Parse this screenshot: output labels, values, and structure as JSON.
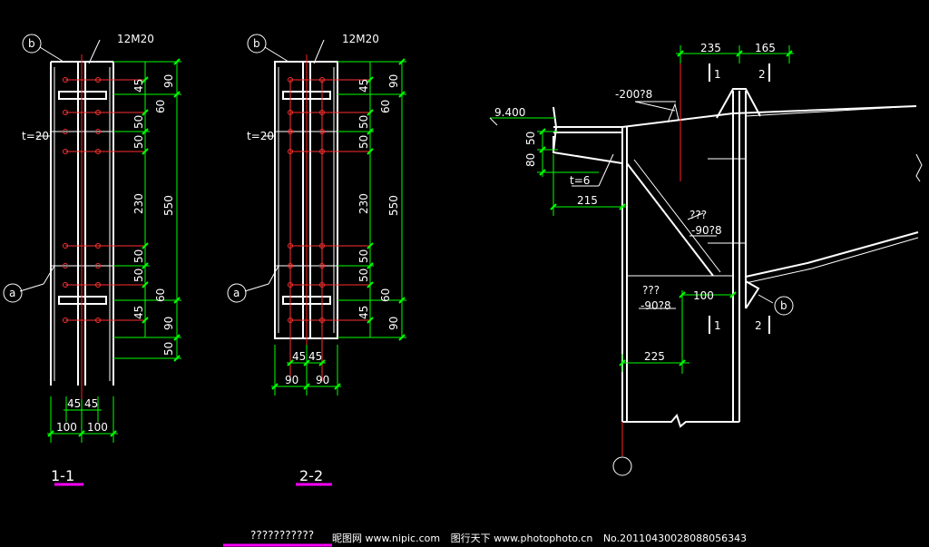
{
  "colors": {
    "background": "#000000",
    "structure": "#ffffff",
    "dimension": "#00ff00",
    "centerline": "#ff0000",
    "title_underline": "#ff00ff"
  },
  "section_1": {
    "title": "1-1",
    "bolt_label": "12M20",
    "plate_label": "t=20",
    "callout_a": "a",
    "callout_b": "b",
    "dims_vertical_inner": [
      "45",
      "60",
      "50",
      "50",
      "230",
      "50",
      "50",
      "60",
      "45"
    ],
    "dims_vertical_mid": [
      "90",
      "550",
      "90"
    ],
    "dims_vertical_outer": [
      "50"
    ],
    "dims_horizontal_small": [
      "45",
      "45"
    ],
    "dims_horizontal_large": [
      "100",
      "100"
    ]
  },
  "section_2": {
    "title": "2-2",
    "bolt_label": "12M20",
    "plate_label": "t=20",
    "callout_a": "a",
    "callout_b": "b",
    "dims_vertical_inner": [
      "45",
      "60",
      "50",
      "50",
      "230",
      "50",
      "50",
      "60",
      "45"
    ],
    "dims_vertical_mid": [
      "90",
      "550",
      "90"
    ],
    "dims_horizontal_small": [
      "45",
      "45"
    ],
    "dims_horizontal_large": [
      "90",
      "90"
    ]
  },
  "elevation": {
    "dim_top_left": "235",
    "dim_top_right": "165",
    "section_mark_1": "1",
    "section_mark_2": "2",
    "elevation_label": "9.400",
    "plate_top_label": "-200?8",
    "dim_80": "80",
    "dim_50": "50",
    "plate_t6_label": "t=6",
    "dim_215": "215",
    "stiffener_label_1": "???",
    "stiffener_plate_1": "-90?8",
    "stiffener_label_2": "???",
    "stiffener_plate_2": "-90?8",
    "dim_100": "100",
    "callout_b": "b",
    "dim_225": "225"
  },
  "bottom_caption": "???????????",
  "watermark": {
    "site": "昵图网 www.nipic.com",
    "author": "图行天下 www.photophoto.cn",
    "number": "No.20110430028088056343"
  }
}
